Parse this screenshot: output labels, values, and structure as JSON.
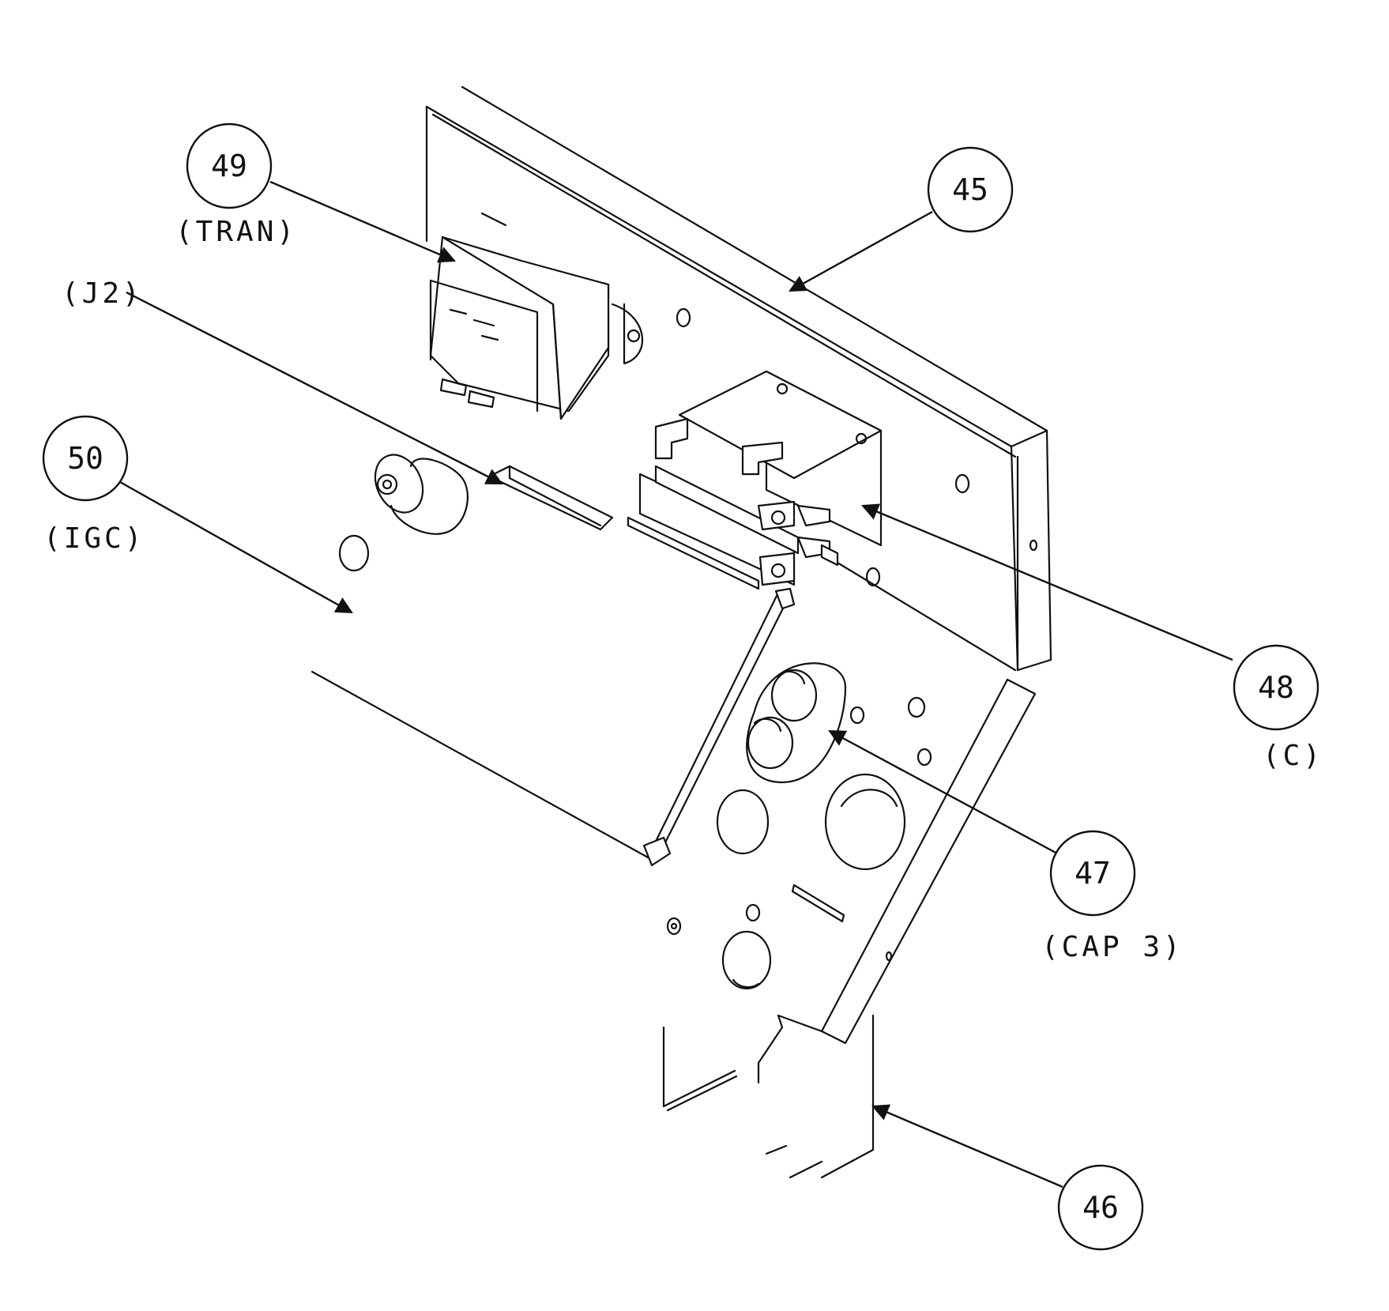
{
  "callouts": {
    "c45": {
      "number": "45"
    },
    "c46": {
      "number": "46"
    },
    "c47": {
      "number": "47",
      "tag": "(CAP 3)"
    },
    "c48": {
      "number": "48",
      "tag": "(C)"
    },
    "c49": {
      "number": "49",
      "tag": "(TRAN)"
    },
    "c50": {
      "number": "50",
      "tag": "(IGC)"
    },
    "j2": {
      "tag": "(J2)"
    }
  }
}
